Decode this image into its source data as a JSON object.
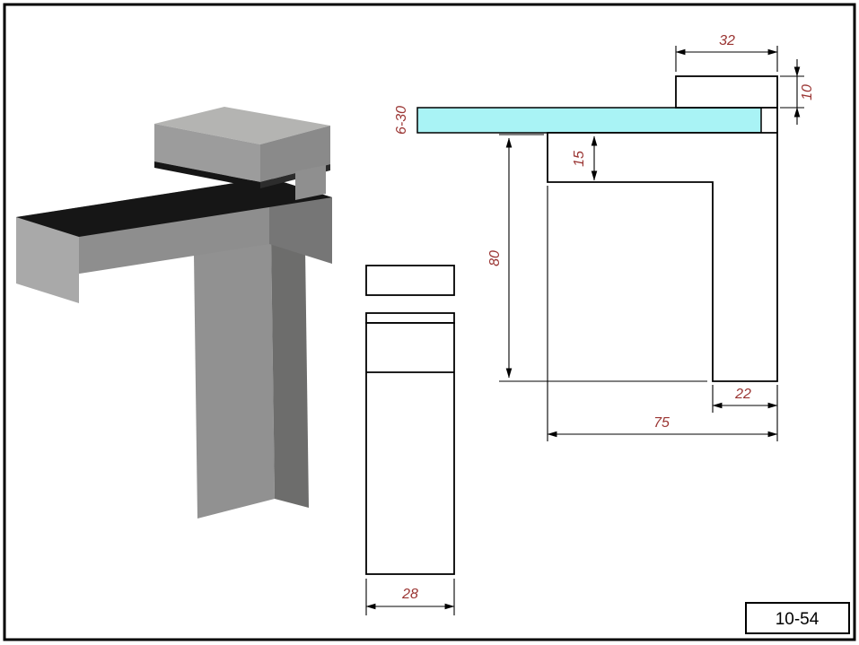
{
  "part_number": "10-54",
  "colors": {
    "glass": "#a9f3f5",
    "dim_text": "#9a3432"
  },
  "dimensions": {
    "top_width": "32",
    "top_height": "10",
    "glass_range": "6-30",
    "lip_height": "15",
    "body_height": "80",
    "column_depth": "22",
    "arm_depth": "75",
    "front_width": "28"
  }
}
